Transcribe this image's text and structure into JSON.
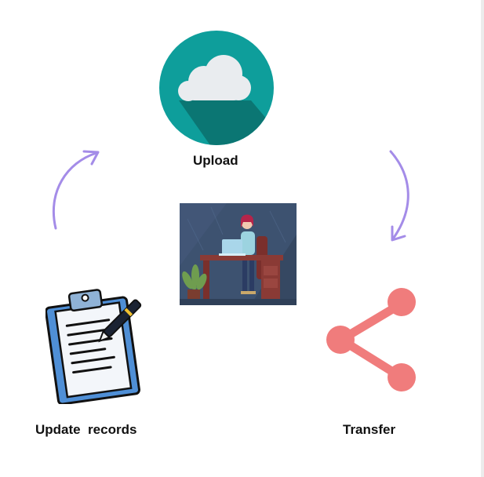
{
  "diagram": {
    "nodes": [
      {
        "id": "upload",
        "label": "Upload",
        "icon": "cloud-upload-icon"
      },
      {
        "id": "transfer",
        "label": "Transfer",
        "icon": "share-icon"
      },
      {
        "id": "update",
        "label": "Update  records",
        "icon": "clipboard-icon"
      }
    ],
    "center": {
      "icon": "person-at-desk-illustration"
    },
    "edges": [
      {
        "from": "upload",
        "to": "transfer",
        "style": "curved-arrow"
      },
      {
        "from": "update",
        "to": "upload",
        "style": "curved-arrow"
      }
    ]
  },
  "colors": {
    "cloud_circle": "#0e9e9b",
    "share": "#f07c7c",
    "arrow": "#a48ce8",
    "clipboard_board": "#4f8fd6",
    "illustration_bg": "#3d5270",
    "desk": "#8a3a35"
  }
}
